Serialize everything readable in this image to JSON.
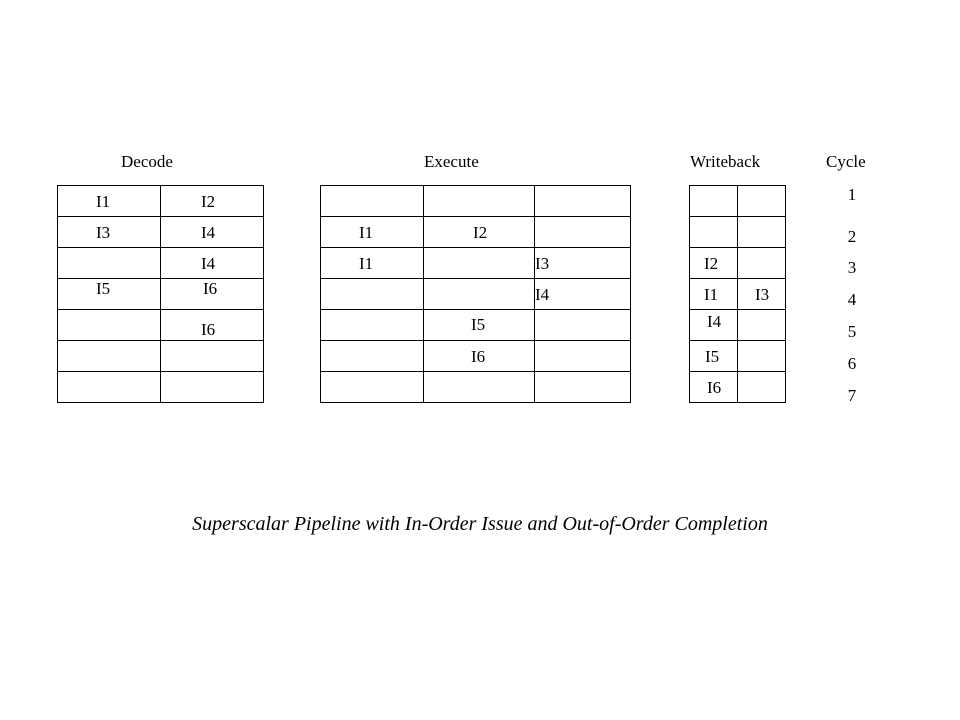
{
  "headers": {
    "decode": "Decode",
    "execute": "Execute",
    "writeback": "Writeback",
    "cycle": "Cycle"
  },
  "decode": [
    [
      "I1",
      "I2"
    ],
    [
      "I3",
      "I4"
    ],
    [
      "",
      "I4"
    ],
    [
      "I5",
      "I6"
    ],
    [
      "",
      "I6"
    ],
    [
      "",
      ""
    ],
    [
      "",
      ""
    ]
  ],
  "execute": [
    [
      "",
      "",
      ""
    ],
    [
      "I1",
      "I2",
      ""
    ],
    [
      "I1",
      "",
      "I3"
    ],
    [
      "",
      "",
      "I4"
    ],
    [
      "",
      "I5",
      ""
    ],
    [
      "",
      "I6",
      ""
    ],
    [
      "",
      "",
      ""
    ]
  ],
  "writeback": [
    [
      "",
      ""
    ],
    [
      "",
      ""
    ],
    [
      "I2",
      ""
    ],
    [
      "I1",
      "I3"
    ],
    [
      "I4",
      ""
    ],
    [
      "I5",
      ""
    ],
    [
      "I6",
      ""
    ]
  ],
  "cycles": [
    "1",
    "2",
    "3",
    "4",
    "5",
    "6",
    "7"
  ],
  "caption": "Superscalar Pipeline with In-Order Issue and Out-of-Order Completion"
}
